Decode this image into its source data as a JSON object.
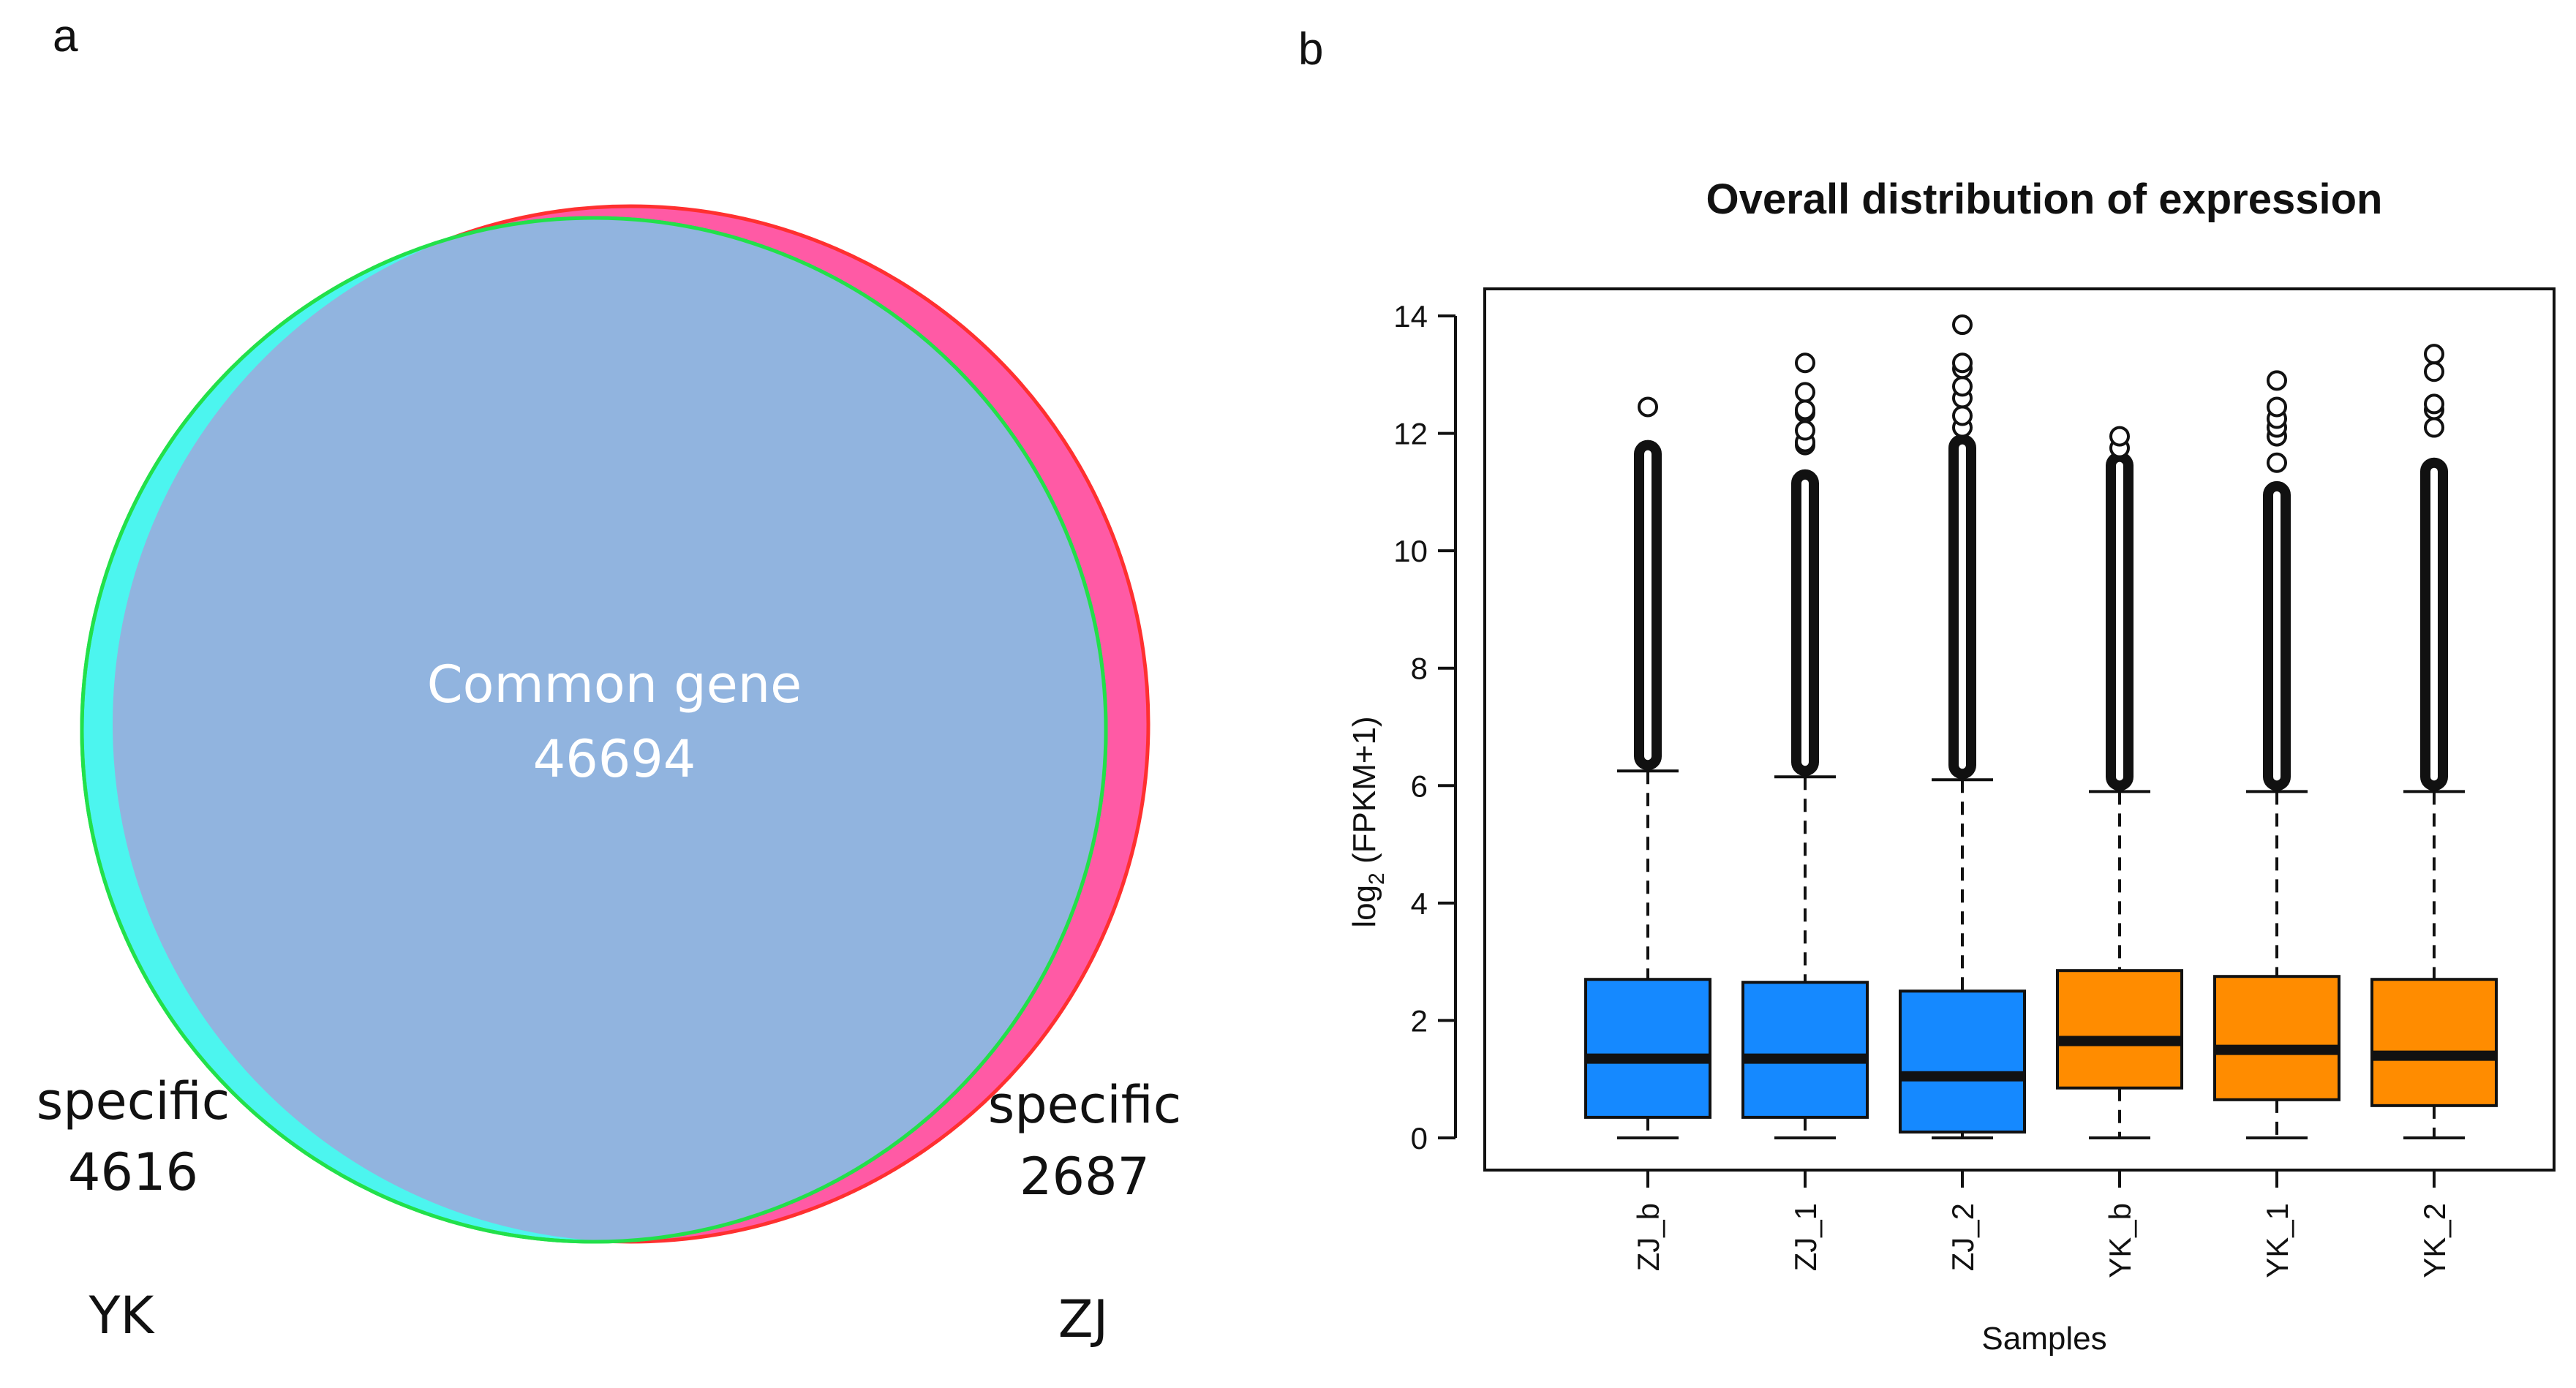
{
  "panels": {
    "a": "a",
    "b": "b"
  },
  "venn": {
    "common_label": "Common gene",
    "common_count": "46694",
    "left": {
      "name": "YK",
      "specific_label": "specific",
      "count": "4616",
      "color": "#4cf5ef",
      "stroke": "#22e04a"
    },
    "right": {
      "name": "ZJ",
      "specific_label": "specific",
      "count": "2687",
      "color": "#ff5aa5",
      "stroke": "#ff3030"
    },
    "overlap_color": "#91b4df"
  },
  "chart_data": {
    "type": "boxplot",
    "title": "Overall distribution of expression",
    "ylabel_prefix": "log",
    "ylabel_sub": "2",
    "ylabel_suffix": " (FPKM+1)",
    "xlabel": "Samples",
    "ylim": [
      0,
      14
    ],
    "yticks": [
      "0",
      "2",
      "4",
      "6",
      "8",
      "10",
      "12",
      "14"
    ],
    "colors": {
      "ZJ": "#1589ff",
      "YK": "#ff8c00"
    },
    "boxes": [
      {
        "name": "ZJ_b",
        "group": "ZJ",
        "min": 0,
        "q1": 0.35,
        "median": 1.35,
        "q3": 2.7,
        "whisker_high": 6.25,
        "outliers_dense_top": 11.8,
        "outliers": [
          12.45
        ]
      },
      {
        "name": "ZJ_1",
        "group": "ZJ",
        "min": 0,
        "q1": 0.35,
        "median": 1.35,
        "q3": 2.65,
        "whisker_high": 6.15,
        "outliers_dense_top": 11.3,
        "outliers": [
          11.8,
          11.85,
          12.05,
          12.35,
          12.4,
          12.7,
          13.2
        ]
      },
      {
        "name": "ZJ_2",
        "group": "ZJ",
        "min": 0,
        "q1": 0.1,
        "median": 1.05,
        "q3": 2.5,
        "whisker_high": 6.1,
        "outliers_dense_top": 11.9,
        "outliers": [
          12.1,
          12.3,
          12.6,
          12.8,
          13.1,
          13.2,
          13.85
        ]
      },
      {
        "name": "YK_b",
        "group": "YK",
        "min": 0,
        "q1": 0.85,
        "median": 1.65,
        "q3": 2.85,
        "whisker_high": 5.9,
        "outliers_dense_top": 11.6,
        "outliers": [
          11.75,
          11.95
        ]
      },
      {
        "name": "YK_1",
        "group": "YK",
        "min": 0,
        "q1": 0.65,
        "median": 1.5,
        "q3": 2.75,
        "whisker_high": 5.9,
        "outliers_dense_top": 11.1,
        "outliers": [
          11.5,
          11.95,
          12.1,
          12.25,
          12.45,
          12.9
        ]
      },
      {
        "name": "YK_2",
        "group": "YK",
        "min": 0,
        "q1": 0.55,
        "median": 1.4,
        "q3": 2.7,
        "whisker_high": 5.9,
        "outliers_dense_top": 11.5,
        "outliers": [
          12.1,
          12.4,
          12.5,
          13.05,
          13.35
        ]
      }
    ]
  }
}
